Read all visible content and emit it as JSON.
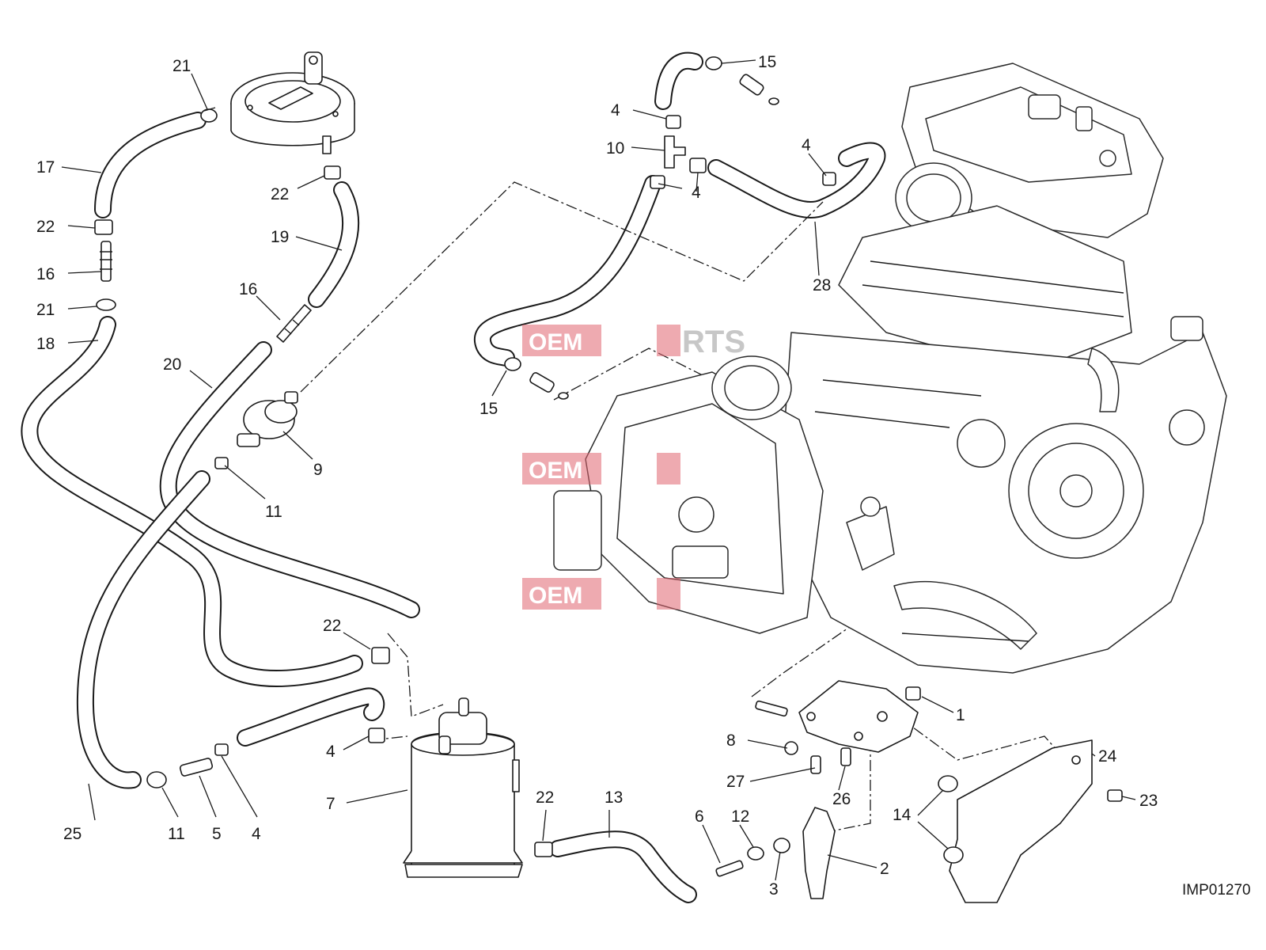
{
  "drawing_code": "IMP01270",
  "watermark": {
    "left": "OEM",
    "right": "RTS"
  },
  "callouts": [
    {
      "id": "c21a",
      "label": "21"
    },
    {
      "id": "c17",
      "label": "17"
    },
    {
      "id": "c22a",
      "label": "22"
    },
    {
      "id": "c16a",
      "label": "16"
    },
    {
      "id": "c21b",
      "label": "21"
    },
    {
      "id": "c18",
      "label": "18"
    },
    {
      "id": "c22b",
      "label": "22"
    },
    {
      "id": "c19",
      "label": "19"
    },
    {
      "id": "c16b",
      "label": "16"
    },
    {
      "id": "c20",
      "label": "20"
    },
    {
      "id": "c9",
      "label": "9"
    },
    {
      "id": "c11a",
      "label": "11"
    },
    {
      "id": "c15a",
      "label": "15"
    },
    {
      "id": "c4a",
      "label": "4"
    },
    {
      "id": "c10",
      "label": "10"
    },
    {
      "id": "c4b",
      "label": "4"
    },
    {
      "id": "c4c",
      "label": "4"
    },
    {
      "id": "c28",
      "label": "28"
    },
    {
      "id": "c15b",
      "label": "15"
    },
    {
      "id": "c22c",
      "label": "22"
    },
    {
      "id": "c4d",
      "label": "4"
    },
    {
      "id": "c7",
      "label": "7"
    },
    {
      "id": "c25",
      "label": "25"
    },
    {
      "id": "c11b",
      "label": "11"
    },
    {
      "id": "c5",
      "label": "5"
    },
    {
      "id": "c4e",
      "label": "4"
    },
    {
      "id": "c22d",
      "label": "22"
    },
    {
      "id": "c13",
      "label": "13"
    },
    {
      "id": "c1",
      "label": "1"
    },
    {
      "id": "c8",
      "label": "8"
    },
    {
      "id": "c27",
      "label": "27"
    },
    {
      "id": "c26",
      "label": "26"
    },
    {
      "id": "c24",
      "label": "24"
    },
    {
      "id": "c23",
      "label": "23"
    },
    {
      "id": "c14",
      "label": "14"
    },
    {
      "id": "c6",
      "label": "6"
    },
    {
      "id": "c12",
      "label": "12"
    },
    {
      "id": "c3",
      "label": "3"
    },
    {
      "id": "c2",
      "label": "2"
    }
  ]
}
